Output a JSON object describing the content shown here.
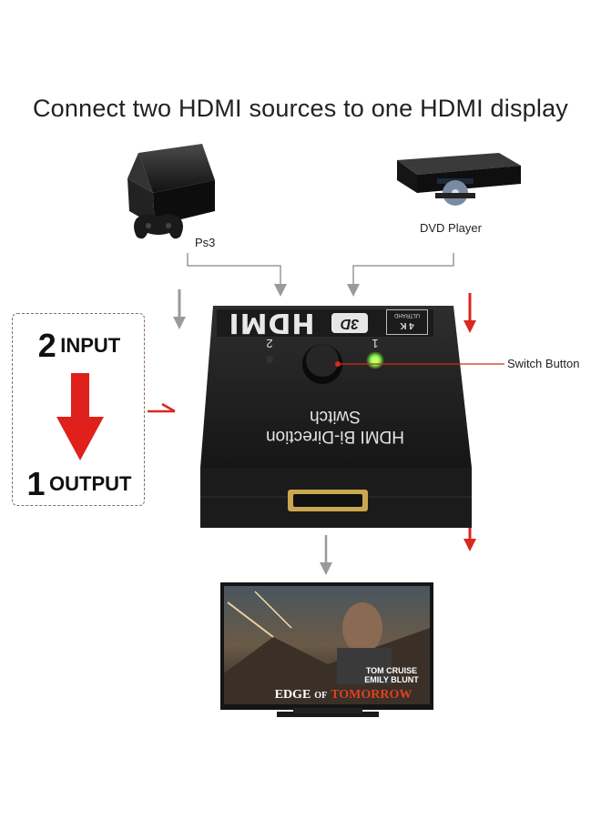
{
  "headline": "Connect two HDMI sources to one HDMI display",
  "sources": {
    "ps3_label": "Ps3",
    "dvd_label": "DVD Player"
  },
  "io_box": {
    "input_number": "2",
    "input_word": "INPUT",
    "output_number": "1",
    "output_word": "OUTPUT"
  },
  "device": {
    "logo": "HDMI",
    "badge_3d": "3D",
    "badge_4k": "4 K",
    "badge_ultrahd": "ULTRAHD",
    "name_line1": "HDMI Bi-Direction",
    "name_line2": "Switch",
    "port_1": "1",
    "port_2": "2"
  },
  "callout": {
    "switch_button": "Switch Button"
  },
  "tv": {
    "poster_line1": "TOM CRUISE",
    "poster_line2": "EMILY BLUNT",
    "poster_title_a": "EDGE",
    "poster_title_b": "OF",
    "poster_title_c": "TOMORROW"
  },
  "colors": {
    "arrow_gray": "#9a9a9a",
    "arrow_red": "#d8281f",
    "device_black": "#1b1b1b",
    "led_green": "#7cff3a"
  }
}
